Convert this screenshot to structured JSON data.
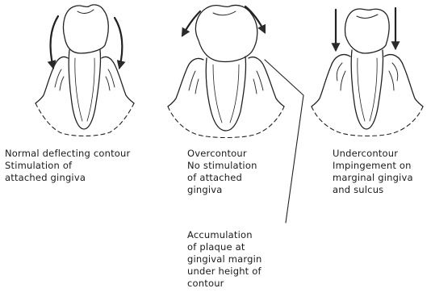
{
  "figures": [
    {
      "id": "normal",
      "lines": [
        "Normal deflecting contour",
        "Stimulation of",
        "attached gingiva"
      ]
    },
    {
      "id": "over",
      "lines": [
        "Overcontour",
        "No stimulation",
        "of attached",
        "gingiva"
      ]
    },
    {
      "id": "under",
      "lines": [
        "Undercontour",
        "Impingement on",
        "marginal gingiva",
        "and sulcus"
      ]
    }
  ],
  "annotation": {
    "lines": [
      "Accumulation",
      "of plaque at",
      "gingival margin",
      "under height of",
      "contour"
    ]
  }
}
